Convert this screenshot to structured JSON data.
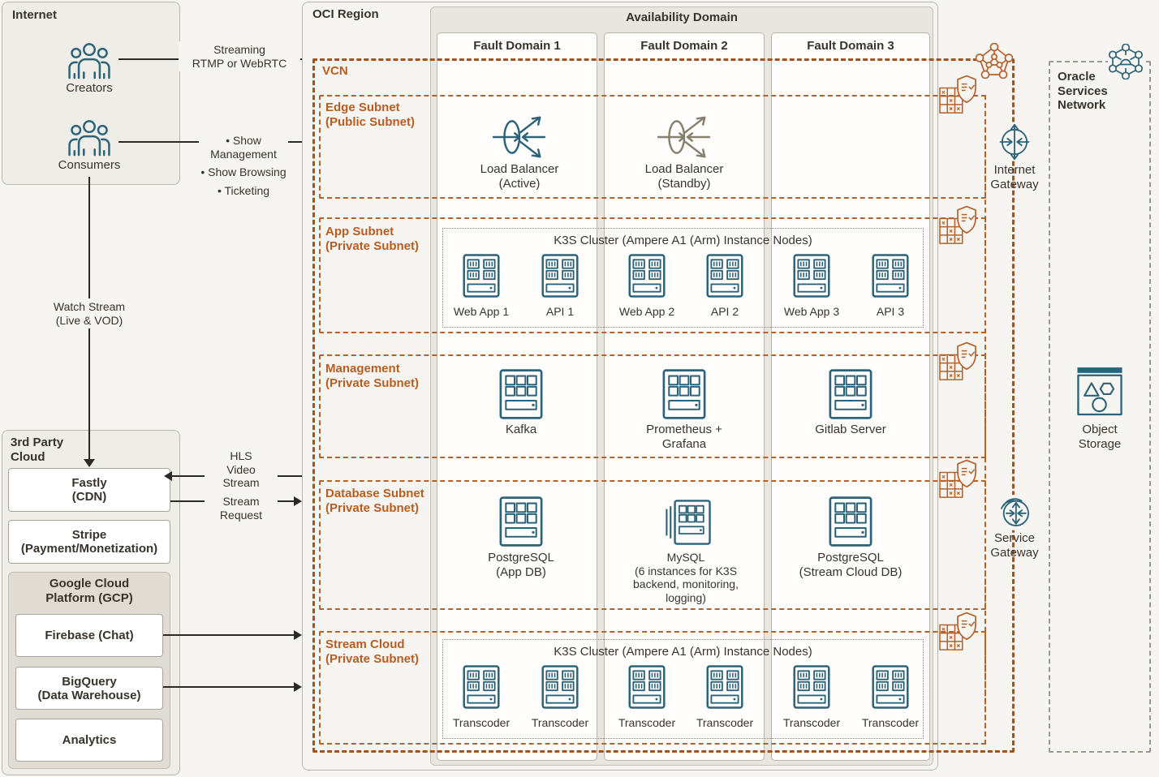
{
  "colors": {
    "accent_orange": "#b4622c",
    "vcn_orange": "#a3511d",
    "teal": "#2c6378",
    "standby_gray": "#86806e",
    "connector_black": "#2d2926",
    "osn_gray": "#9b968e"
  },
  "internet": {
    "title": "Internet",
    "creators": "Creators",
    "consumers": "Consumers"
  },
  "third_party": {
    "title_lines": [
      "3rd Party",
      "Cloud"
    ],
    "fastly_lines": [
      "Fastly",
      "(CDN)"
    ],
    "stripe_lines": [
      "Stripe",
      "(Payment/Monetization)"
    ],
    "gcp_title_lines": [
      "Google Cloud",
      "Platform (GCP)"
    ],
    "firebase": "Firebase (Chat)",
    "bigquery_lines": [
      "BigQuery",
      "(Data Warehouse)"
    ],
    "analytics": "Analytics"
  },
  "flows": {
    "bullet": "•",
    "streaming_lines": [
      "Streaming",
      "RTMP or WebRTC"
    ],
    "consumer_actions": [
      "Show Management",
      "Show Browsing",
      "Ticketing"
    ],
    "watch_lines": [
      "Watch Stream",
      "(Live & VOD)"
    ],
    "hls_lines": [
      "HLS",
      "Video",
      "Stream"
    ],
    "request_lines": [
      "Stream",
      "Request"
    ]
  },
  "oci": {
    "region": "OCI Region",
    "vcn": "VCN",
    "availability_domain": "Availability Domain",
    "fault_domains": [
      "Fault Domain 1",
      "Fault Domain 2",
      "Fault Domain 3"
    ]
  },
  "subnets": {
    "edge_lines": [
      "Edge Subnet",
      "(Public Subnet)"
    ],
    "app_lines": [
      "App Subnet",
      "(Private Subnet)"
    ],
    "management_lines": [
      "Management",
      "(Private Subnet)"
    ],
    "database_lines": [
      "Database Subnet",
      "(Private Subnet)"
    ],
    "stream_lines": [
      "Stream Cloud",
      "(Private Subnet)"
    ]
  },
  "edge": {
    "lb_active_lines": [
      "Load Balancer",
      "(Active)"
    ],
    "lb_standby_lines": [
      "Load Balancer",
      "(Standby)"
    ]
  },
  "app_cluster": {
    "title": "K3S Cluster (Ampere A1 (Arm) Instance Nodes)",
    "nodes": [
      "Web App 1",
      "API 1",
      "Web App 2",
      "API 2",
      "Web App 3",
      "API 3"
    ]
  },
  "management": {
    "kafka": "Kafka",
    "prometheus_lines": [
      "Prometheus +",
      "Grafana"
    ],
    "gitlab": "Gitlab Server"
  },
  "database": {
    "pg_app_lines": [
      "PostgreSQL",
      "(App DB)"
    ],
    "mysql_lines": [
      "MySQL",
      "(6 instances for K3S",
      "backend, monitoring,",
      "logging)"
    ],
    "pg_stream_lines": [
      "PostgreSQL",
      "(Stream Cloud DB)"
    ]
  },
  "stream_cluster": {
    "title": "K3S Cluster (Ampere A1 (Arm) Instance Nodes)",
    "nodes": [
      "Transcoder",
      "Transcoder",
      "Transcoder",
      "Transcoder",
      "Transcoder",
      "Transcoder"
    ]
  },
  "gateways": {
    "internet_lines": [
      "Internet",
      "Gateway"
    ],
    "service_lines": [
      "Service",
      "Gateway"
    ]
  },
  "osn": {
    "title_lines": [
      "Oracle",
      "Services",
      "Network"
    ],
    "object_storage_lines": [
      "Object",
      "Storage"
    ]
  }
}
